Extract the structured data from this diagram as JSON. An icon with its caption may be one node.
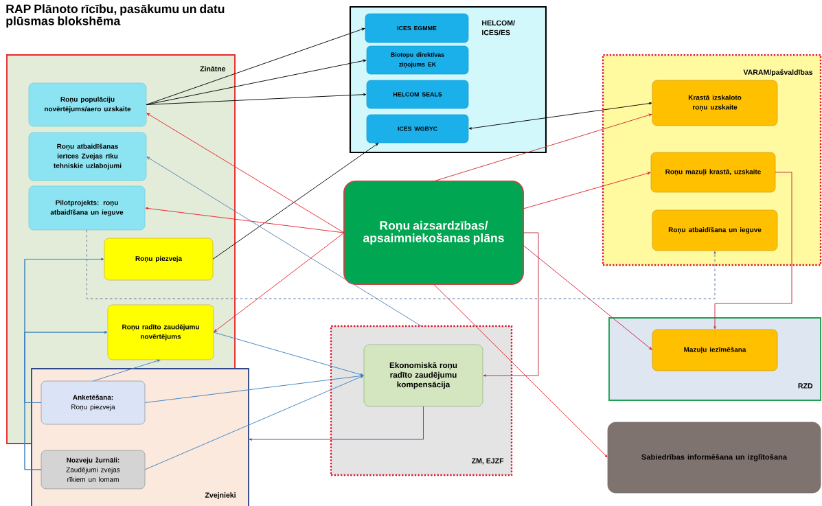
{
  "diagram": {
    "title": "RAP Plānoto rīcību, pasākumu un datu plūsmas blokshēma",
    "nodes": [
      {
        "text": [
          "Zinātne"
        ]
      },
      {
        "text": [
          "Roņu populāciju novērtējums/aero uzskaite"
        ],
        "in": 0
      },
      {
        "text": [
          "Roņu atbaidīšanas ierīces Zvejas rīku tehniskie uzlabojumi"
        ],
        "in": 0
      },
      {
        "text": [
          "Pilotprojekts: roņu atbaidīšana un ieguve"
        ],
        "in": 0
      },
      {
        "text": [
          "Roņu piezveja"
        ],
        "in": 0
      },
      {
        "text": [
          "Roņu radīto zaudējumu novērtējums"
        ],
        "in": 0
      },
      {
        "text": [
          "Zvejnieki"
        ]
      },
      {
        "text": [
          "Anketēšana:",
          "Roņu piezveja"
        ]
      },
      {
        "text": [
          "Nozveju žurnāli:",
          "Zaudējumi zvejas rīkiem un lomam"
        ],
        "in": 6
      },
      {
        "text": [
          "HELCOM/ ICES/ES"
        ]
      },
      {
        "text": [
          "ICES EGMME"
        ],
        "in": 9
      },
      {
        "text": [
          "Biotopu direktīvas ziņojums EK"
        ],
        "in": 9
      },
      {
        "text": [
          "HELCOM SEALS"
        ],
        "in": 9
      },
      {
        "text": [
          "ICES WGBYC"
        ],
        "in": 9
      },
      {
        "text": [
          "Roņu aizsardzības/ apsaimniekošanas plāns"
        ]
      },
      {
        "text": [
          "VARAM/pašvaldības"
        ]
      },
      {
        "text": [
          "Krastā izskaloto roņu uzskaite"
        ],
        "in": 15
      },
      {
        "text": [
          "Roņu mazuļi krastā, uzskaite"
        ],
        "in": 15
      },
      {
        "text": [
          "Roņu atbaidīšana un ieguve"
        ],
        "in": 15
      },
      {
        "text": [
          "RZD"
        ]
      },
      {
        "text": [
          "Mazuļu iezīmēšana"
        ],
        "in": 19
      },
      {
        "text": [
          "ZM, EJZF"
        ]
      },
      {
        "text": [
          "Ekonomiskā roņu radīto zaudējumu kompensācija"
        ],
        "in": 21
      },
      {
        "text": [
          "Sabiedrības informēšana un izglītošana"
        ]
      }
    ],
    "edges": [
      {
        "from": 1,
        "to": 10,
        "arrow": "to",
        "color": "#000000"
      },
      {
        "from": 1,
        "to": 11,
        "arrow": "to",
        "color": "#000000"
      },
      {
        "from": 1,
        "to": 12,
        "arrow": "to",
        "color": "#000000"
      },
      {
        "from": 4,
        "to": 13,
        "arrow": "to",
        "color": "#000000"
      },
      {
        "from": 16,
        "to": 13,
        "arrow": "both",
        "color": "#000000"
      },
      {
        "from": 14,
        "to": 1,
        "arrow": "to",
        "color": "#e8202a"
      },
      {
        "from": 14,
        "to": 3,
        "arrow": "to",
        "color": "#e8202a"
      },
      {
        "from": 14,
        "to": 5,
        "arrow": "to",
        "color": "#e8202a"
      },
      {
        "from": 14,
        "to": 16,
        "arrow": "to",
        "color": "#d02a2a"
      },
      {
        "from": 14,
        "to": 17,
        "arrow": "to",
        "color": "#e8202a"
      },
      {
        "from": 14,
        "to": 20,
        "arrow": "to",
        "color": "#d01c3c"
      },
      {
        "from": 14,
        "to": 22,
        "arrow": "to",
        "color": "#c0283a"
      },
      {
        "from": 14,
        "to": 23,
        "arrow": "to",
        "color": "#e01c2c"
      },
      {
        "from": 17,
        "to": 20,
        "arrow": "to",
        "color": "#c0283a"
      },
      {
        "from": 21,
        "to": 2,
        "arrow": "to",
        "color": "#5b7fb5"
      },
      {
        "from": 5,
        "to": 22,
        "arrow": "to",
        "color": "#3a7fc0"
      },
      {
        "from": 7,
        "to": 22,
        "arrow": "to",
        "color": "#3a7fc0"
      },
      {
        "from": 8,
        "to": 22,
        "arrow": "to",
        "color": "#3a7fc0"
      },
      {
        "from": 7,
        "to": 5,
        "arrow": "to",
        "color": "#3a7fc0"
      },
      {
        "from": 7,
        "to": 4,
        "arrow": "to",
        "color": "#3a7fc0"
      },
      {
        "from": 7,
        "to": 5,
        "arrow": "to",
        "color": "#3a7fc0"
      },
      {
        "from": 8,
        "to": 4,
        "arrow": "to",
        "color": "#3a7fc0"
      },
      {
        "from": 8,
        "to": 5,
        "arrow": "to",
        "color": "#3a7fc0"
      },
      {
        "from": 3,
        "to": 18,
        "arrow": "to",
        "style": "dashed",
        "color": "#4f6fa0"
      },
      {
        "from": 22,
        "to": 6,
        "arrow": "to",
        "color": "#7030a0"
      }
    ]
  }
}
